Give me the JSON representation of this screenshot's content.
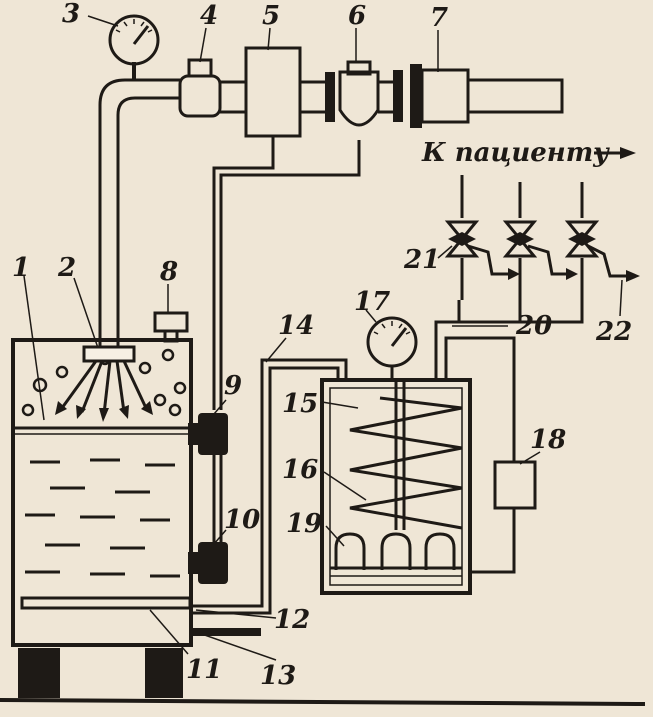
{
  "diagram": {
    "caption": "К пациенту",
    "labels": {
      "l1": "1",
      "l2": "2",
      "l3": "3",
      "l4": "4",
      "l5": "5",
      "l6": "6",
      "l7": "7",
      "l8": "8",
      "l9": "9",
      "l10": "10",
      "l11": "11",
      "l12": "12",
      "l13": "13",
      "l14": "14",
      "l15": "15",
      "l16": "16",
      "l17": "17",
      "l18": "18",
      "l19": "19",
      "l20": "20",
      "l21": "21",
      "l22": "22"
    },
    "colors": {
      "paper": "#efe6d6",
      "ink": "#1e1a16"
    }
  }
}
